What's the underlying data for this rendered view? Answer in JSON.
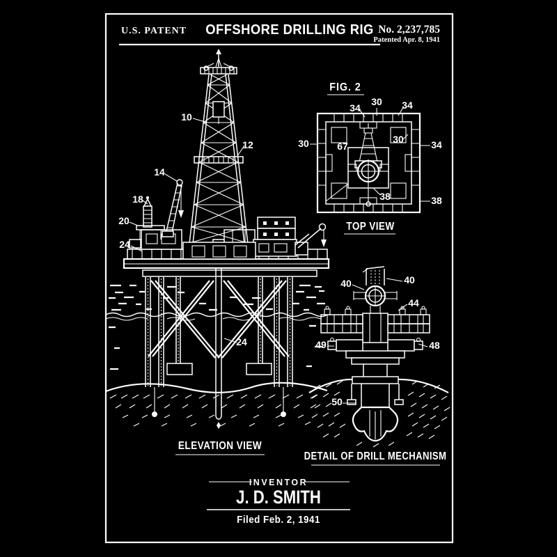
{
  "colors": {
    "background": "#000000",
    "ink": "#ffffff"
  },
  "header": {
    "office": "U.S. PATENT",
    "title": "OFFSHORE DRILLING RIG",
    "patent_number": "No. 2,237,785",
    "patent_date": "Patented Apr. 8, 1941"
  },
  "figures": {
    "top_view": {
      "fig_label": "FIG. 2",
      "caption": "TOP VIEW",
      "refs": [
        "30",
        "34",
        "34",
        "30",
        "67",
        "30",
        "34",
        "38",
        "38"
      ]
    },
    "elevation": {
      "caption": "ELEVATION VIEW",
      "refs": [
        "10",
        "12",
        "14",
        "18",
        "20",
        "24",
        "24"
      ]
    },
    "drill_detail": {
      "caption": "DETAIL OF DRILL MECHANISM",
      "refs": [
        "40",
        "40",
        "44",
        "49",
        "48",
        "50"
      ]
    }
  },
  "footer": {
    "inventor_label": "INVENTOR",
    "inventor_name": "J. D. SMITH",
    "filed": "Filed Feb. 2, 1941"
  }
}
